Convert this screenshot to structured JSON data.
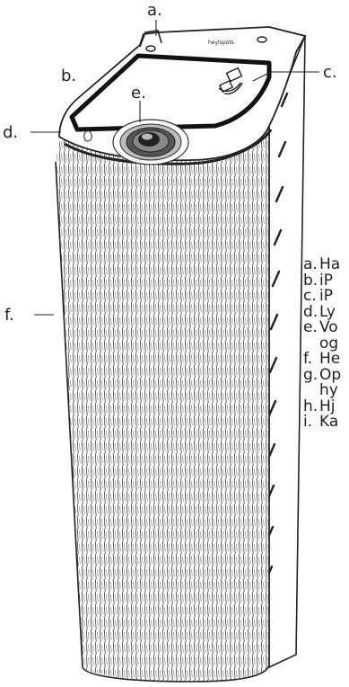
{
  "callouts": {
    "a": "a.",
    "b": "b.",
    "c": "c.",
    "d": "d.",
    "e": "e.",
    "f": "f."
  },
  "brand_mark": "heylspots",
  "legend": [
    {
      "key": "a.",
      "text": "Ha"
    },
    {
      "key": "b.",
      "text": "iP"
    },
    {
      "key": "c.",
      "text": "iP"
    },
    {
      "key": "d.",
      "text": "Ly"
    },
    {
      "key": "e.",
      "text": "Vo"
    },
    {
      "key": "",
      "text": "og"
    },
    {
      "key": "f.",
      "text": "He"
    },
    {
      "key": "g.",
      "text": "Op"
    },
    {
      "key": "",
      "text": "hy"
    },
    {
      "key": "h.",
      "text": "Hj"
    },
    {
      "key": "i.",
      "text": "Ka"
    }
  ]
}
